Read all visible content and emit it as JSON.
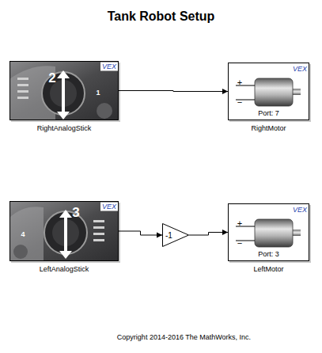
{
  "diagram": {
    "title": "Tank Robot Setup",
    "caption": "Copyright 2014-2016 The MathWorks, Inc.",
    "nodes": [
      {
        "text": [
          "RightAnalogStick"
        ]
      },
      {
        "text": [
          "Port: 7",
          "RightMotor"
        ]
      },
      {
        "text": [
          "LeftAnalogStick"
        ]
      },
      {
        "text": [
          "-1"
        ]
      },
      {
        "text": [
          "Port: 3",
          "LeftMotor"
        ]
      }
    ],
    "edges": [
      {
        "from": 0,
        "to": 1,
        "arrow": "to"
      },
      {
        "from": 2,
        "to": 3,
        "arrow": "to"
      },
      {
        "from": 3,
        "to": 4,
        "arrow": "to"
      }
    ],
    "labels": [
      "VEX",
      "2",
      "1",
      "VEX",
      "+",
      "−",
      "VEX",
      "3",
      "4",
      "VEX",
      "+",
      "−"
    ]
  }
}
